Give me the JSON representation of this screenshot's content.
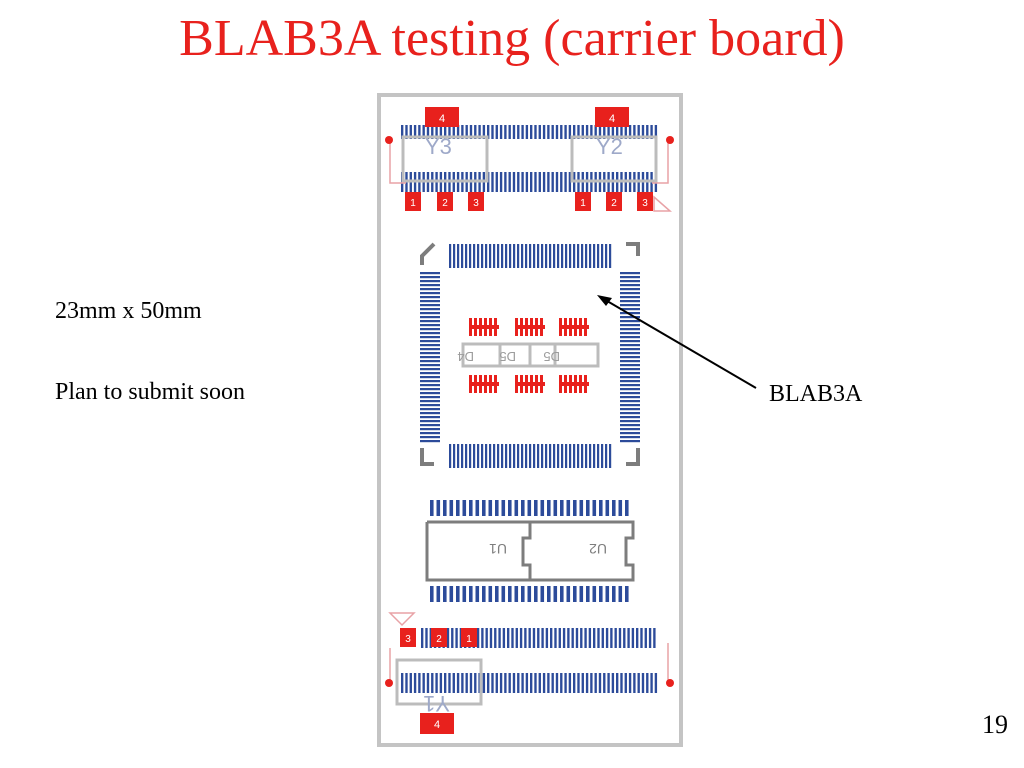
{
  "slide": {
    "title": "BLAB3A testing (carrier board)",
    "size_text": "23mm x 50mm",
    "plan_text": "Plan to submit soon",
    "callout_label": "BLAB3A",
    "page_number": "19"
  },
  "board": {
    "connector_labels": {
      "top_left": "Y3",
      "top_right": "Y2",
      "bottom": "Y1"
    },
    "pin_numbers": {
      "top_tab": "4",
      "top_left_pins": [
        "1",
        "2",
        "3"
      ],
      "top_right_pins": [
        "1",
        "2",
        "3"
      ],
      "bottom_pins": [
        "3",
        "2",
        "1"
      ],
      "bottom_tab": "4"
    },
    "diode_labels": [
      "D4",
      "D5",
      "D5"
    ],
    "ic_labels": [
      "U1",
      "U2"
    ],
    "colors": {
      "pad_blue": "#2c4b9a",
      "pad_red": "#e8211d",
      "silk_gray": "#a7a7a7",
      "outline_gray": "#c4c4c4"
    }
  }
}
